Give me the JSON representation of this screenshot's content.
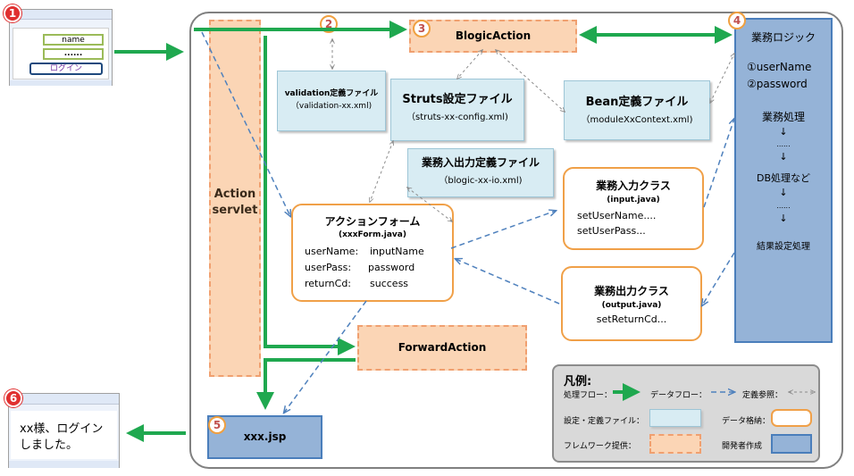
{
  "badges": [
    "1",
    "2",
    "3",
    "4",
    "5",
    "6"
  ],
  "login_screen": {
    "name_field": "name",
    "password_field": "......",
    "login_button": "ログイン"
  },
  "result_screen": {
    "message_line1": "xx様、ログイン",
    "message_line2": "しました。"
  },
  "action_servlet": {
    "line1": "Action",
    "line2": "servlet"
  },
  "blogic_action": "BlogicAction",
  "forward_action": "ForwardAction",
  "jsp": "xxx.jsp",
  "validation_file": {
    "title": "validation定義ファイル",
    "filename": "（validation-xx.xml)"
  },
  "struts_file": {
    "title": "Struts設定ファイル",
    "filename": "（struts-xx-config.xml)"
  },
  "bean_file": {
    "title": "Bean定義ファイル",
    "filename": "（moduleXxContext.xml)"
  },
  "io_file": {
    "title": "業務入出力定義ファイル",
    "filename": "（blogic-xx-io.xml)"
  },
  "action_form": {
    "title": "アクションフォーム",
    "subtitle": "(xxxForm.java)",
    "rows": [
      {
        "key": "userName:",
        "value": "inputName"
      },
      {
        "key": "userPass:",
        "value": "password"
      },
      {
        "key": "returnCd:",
        "value": "success"
      }
    ]
  },
  "input_class": {
    "title": "業務入力クラス",
    "subtitle": "(input.java)",
    "lines": [
      "setUserName....",
      "setUserPass..."
    ]
  },
  "output_class": {
    "title": "業務出力クラス",
    "subtitle": "(output.java)",
    "lines": [
      "setReturnCd..."
    ]
  },
  "business_logic": {
    "title": "業務ロジック",
    "params": [
      "①userName",
      "②password"
    ],
    "process": "業務処理",
    "arrow": "↓",
    "dots": "......",
    "db": "DB処理など",
    "result": "結果設定処理"
  },
  "legend": {
    "title": "凡例:",
    "process_flow": "処理フロー：",
    "data_flow": "データフロー：",
    "def_ref": "定義参照：",
    "config_file": "設定・定義ファイル：",
    "data_store": "データ格納：",
    "framework": "フレムワーク提供：",
    "developer": "開発者作成"
  },
  "colors": {
    "process_flow": "#1fa84f",
    "data_flow": "#4f81bd",
    "def_ref": "#8c8c8c",
    "framework_fill": "#fbd5b5",
    "doc_fill": "#d8ecf3",
    "data_border": "#f0a048",
    "dev_fill": "#95b3d7"
  }
}
